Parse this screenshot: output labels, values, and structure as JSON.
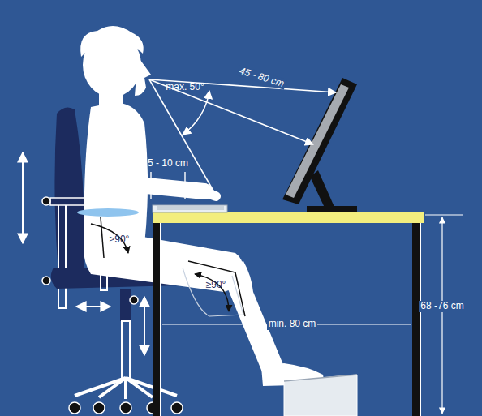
{
  "diagram": {
    "labels": [
      "45 - 80 cm",
      "max. 50°",
      "5 - 10 cm",
      "≥90°",
      "≥90°",
      "min. 80 cm",
      "68 -76 cm"
    ]
  }
}
